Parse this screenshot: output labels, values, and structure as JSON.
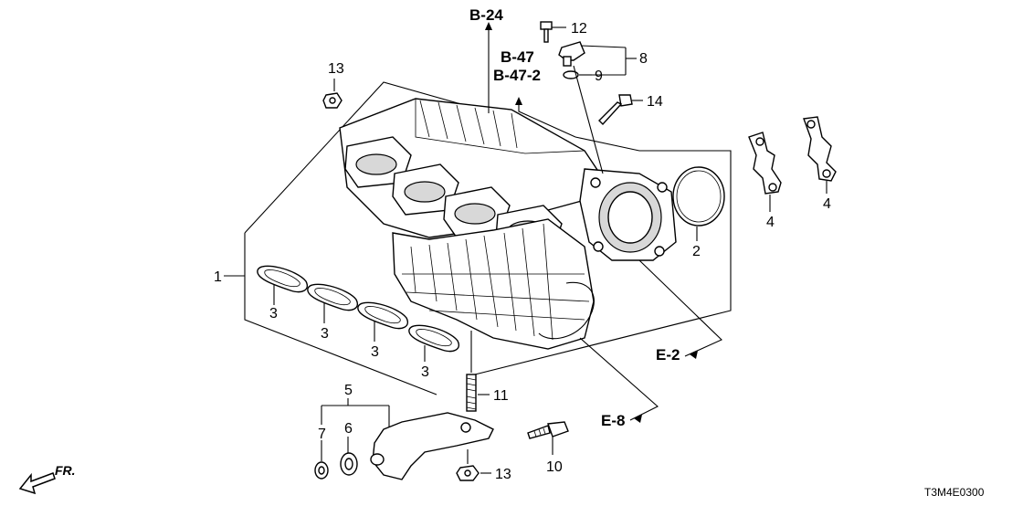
{
  "diagram": {
    "figure_code": "T3M4E0300",
    "direction_label": "FR.",
    "section_refs": {
      "b24": "B-24",
      "b47": "B-47",
      "b47_2": "B-47-2",
      "e2": "E-2",
      "e8": "E-8"
    },
    "callouts": {
      "c1": "1",
      "c2": "2",
      "c3a": "3",
      "c3b": "3",
      "c3c": "3",
      "c3d": "3",
      "c4a": "4",
      "c4b": "4",
      "c5": "5",
      "c6": "6",
      "c7": "7",
      "c8": "8",
      "c9": "9",
      "c10": "10",
      "c11": "11",
      "c12": "12",
      "c13a": "13",
      "c13b": "13",
      "c14": "14"
    }
  }
}
